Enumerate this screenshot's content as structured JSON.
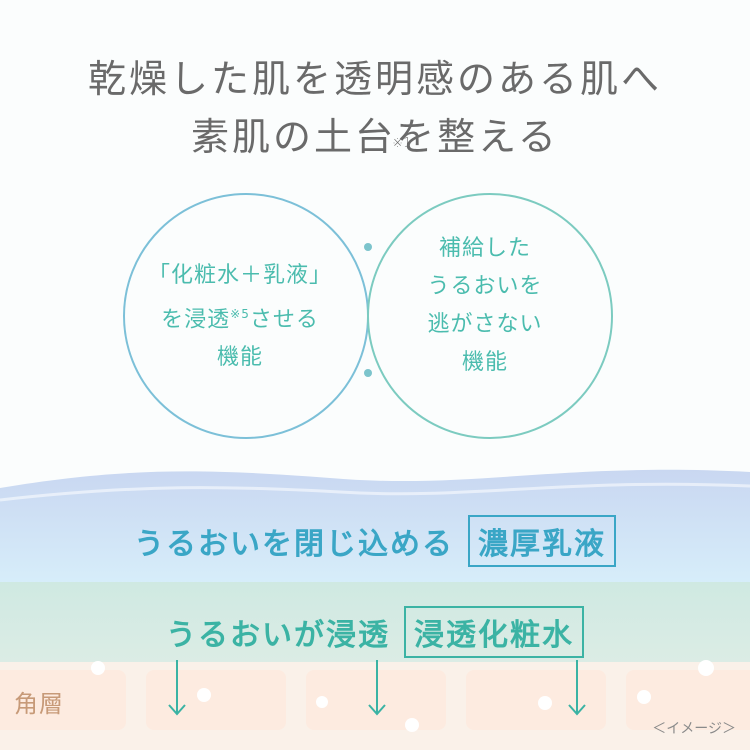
{
  "headline": {
    "line1": "乾燥した肌を透明感のある肌へ",
    "line2_part1": "素肌の土台",
    "line2_note": "※1",
    "line2_part2": "を整える"
  },
  "venn": {
    "left_lines": [
      "「化粧水＋乳液」",
      "を浸透",
      "※5",
      "させる",
      "機能"
    ],
    "right_lines": [
      "補給した",
      "うるおいを",
      "逃がさない",
      "機能"
    ]
  },
  "layers": {
    "emulsion_text": "うるおいを閉じ込める",
    "emulsion_box": "濃厚乳液",
    "lotion_text": "うるおいが浸透",
    "lotion_box": "浸透化粧水",
    "stratum_label": "角層"
  },
  "note": "＜イメージ＞",
  "colors": {
    "circle_left": "#7cc0d8",
    "circle_right": "#7ccbc0",
    "emulsion_band_top": "#c7d8f2",
    "emulsion_band_bottom": "#d5ebfa",
    "lotion_band": "#d4ece4",
    "skin": "#fdebe0"
  }
}
